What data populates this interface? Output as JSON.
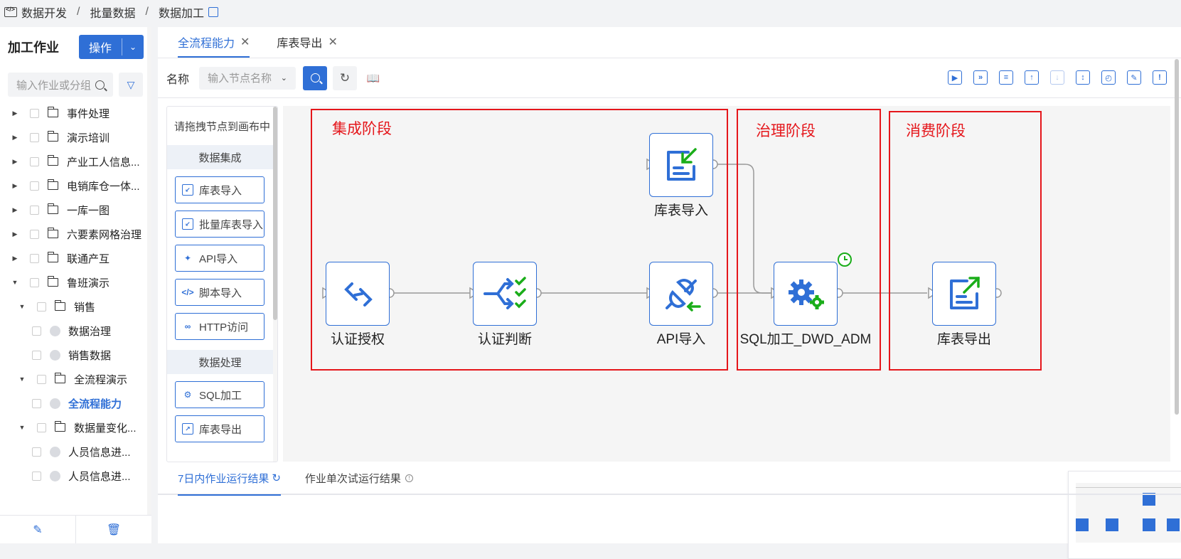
{
  "breadcrumb": {
    "items": [
      "数据开发",
      "批量数据",
      "数据加工"
    ]
  },
  "sidebar": {
    "title": "加工作业",
    "operate_label": "操作",
    "search_placeholder": "输入作业或分组",
    "tree": [
      {
        "label": "事件处理",
        "type": "folder",
        "level": 0,
        "expanded": false
      },
      {
        "label": "演示培训",
        "type": "folder",
        "level": 0,
        "expanded": false
      },
      {
        "label": "产业工人信息...",
        "type": "folder",
        "level": 0,
        "expanded": false
      },
      {
        "label": "电销库仓一体...",
        "type": "folder",
        "level": 0,
        "expanded": false
      },
      {
        "label": "一库一图",
        "type": "folder",
        "level": 0,
        "expanded": false
      },
      {
        "label": "六要素网格治理",
        "type": "folder",
        "level": 0,
        "expanded": false
      },
      {
        "label": "联通产互",
        "type": "folder",
        "level": 0,
        "expanded": false
      },
      {
        "label": "鲁班演示",
        "type": "folder",
        "level": 0,
        "expanded": true
      },
      {
        "label": "销售",
        "type": "folder",
        "level": 1,
        "expanded": true
      },
      {
        "label": "数据治理",
        "type": "job",
        "level": 2
      },
      {
        "label": "销售数据",
        "type": "job",
        "level": 2
      },
      {
        "label": "全流程演示",
        "type": "folder",
        "level": 1,
        "expanded": true
      },
      {
        "label": "全流程能力",
        "type": "job",
        "level": 2,
        "active": true
      },
      {
        "label": "数据量变化...",
        "type": "folder",
        "level": 1,
        "expanded": true
      },
      {
        "label": "人员信息进...",
        "type": "job",
        "level": 2
      },
      {
        "label": "人员信息进...",
        "type": "job",
        "level": 2
      }
    ]
  },
  "tabs": [
    {
      "label": "全流程能力",
      "active": true
    },
    {
      "label": "库表导出",
      "active": false
    }
  ],
  "toolbar": {
    "name_label": "名称",
    "node_placeholder": "输入节点名称"
  },
  "palette": {
    "hint": "请拖拽节点到画布中",
    "group1": "数据集成",
    "group1_items": [
      "库表导入",
      "批量库表导入",
      "API导入",
      "脚本导入",
      "HTTP访问"
    ],
    "group2": "数据处理",
    "group2_items": [
      "SQL加工",
      "库表导出"
    ]
  },
  "stages": {
    "s1": "集成阶段",
    "s2": "治理阶段",
    "s3": "消费阶段"
  },
  "nodes": {
    "n_auth": "认证授权",
    "n_judge": "认证判断",
    "n_api": "API导入",
    "n_import": "库表导入",
    "n_sql": "SQL加工_DWD_ADM",
    "n_export": "库表导出"
  },
  "bottom_tabs": [
    "7日内作业运行结果",
    "作业单次试运行结果"
  ],
  "colors": {
    "accent": "#2f6fd6",
    "stage_border": "#e5161b",
    "check_green": "#1aad19"
  }
}
